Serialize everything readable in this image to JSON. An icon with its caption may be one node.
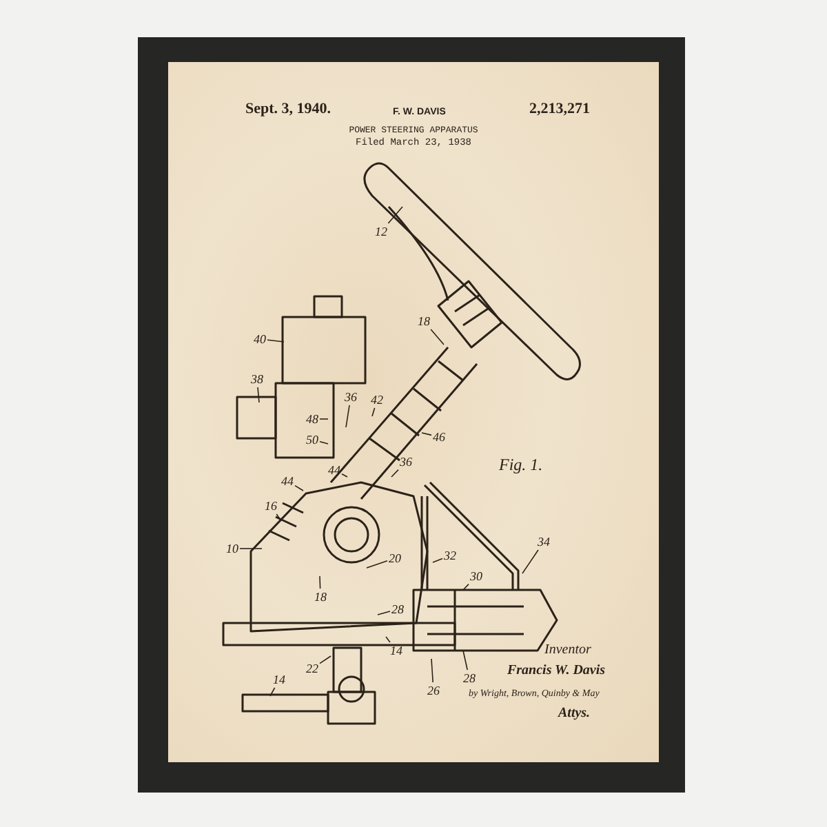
{
  "diagram": {
    "title": "POWER STEERING APPARATUS",
    "nodes": [
      {
        "text": [
          "12"
        ]
      },
      {
        "text": [
          "18"
        ]
      },
      {
        "text": [
          "40"
        ]
      },
      {
        "text": [
          "38"
        ]
      },
      {
        "text": [
          "36"
        ]
      },
      {
        "text": [
          "42"
        ]
      },
      {
        "text": [
          "48"
        ]
      },
      {
        "text": [
          "50"
        ]
      },
      {
        "text": [
          "46"
        ]
      },
      {
        "text": [
          "44"
        ]
      },
      {
        "text": [
          "36"
        ]
      },
      {
        "text": [
          "44"
        ]
      },
      {
        "text": [
          "16"
        ]
      },
      {
        "text": [
          "10"
        ]
      },
      {
        "text": [
          "18"
        ]
      },
      {
        "text": [
          "20"
        ]
      },
      {
        "text": [
          "28"
        ]
      },
      {
        "text": [
          "32"
        ]
      },
      {
        "text": [
          "30"
        ]
      },
      {
        "text": [
          "34"
        ]
      },
      {
        "text": [
          "14"
        ]
      },
      {
        "text": [
          "14"
        ]
      },
      {
        "text": [
          "22"
        ]
      },
      {
        "text": [
          "26"
        ]
      },
      {
        "text": [
          "28"
        ]
      }
    ],
    "edges": [
      {
        "from": 0,
        "to": null,
        "arrow": "none"
      },
      {
        "from": 1,
        "to": null,
        "arrow": "none"
      },
      {
        "from": 2,
        "to": null,
        "arrow": "none"
      },
      {
        "from": 3,
        "to": null,
        "arrow": "none"
      },
      {
        "from": 4,
        "to": null,
        "arrow": "none"
      },
      {
        "from": 5,
        "to": null,
        "arrow": "none"
      },
      {
        "from": 6,
        "to": null,
        "arrow": "none"
      },
      {
        "from": 7,
        "to": null,
        "arrow": "none"
      },
      {
        "from": 8,
        "to": null,
        "arrow": "none"
      },
      {
        "from": 9,
        "to": null,
        "arrow": "none"
      },
      {
        "from": 10,
        "to": null,
        "arrow": "none"
      },
      {
        "from": 11,
        "to": null,
        "arrow": "none"
      },
      {
        "from": 12,
        "to": null,
        "arrow": "none"
      },
      {
        "from": 13,
        "to": null,
        "arrow": "none"
      },
      {
        "from": 14,
        "to": null,
        "arrow": "none"
      },
      {
        "from": 15,
        "to": null,
        "arrow": "none"
      },
      {
        "from": 16,
        "to": null,
        "arrow": "none"
      },
      {
        "from": 17,
        "to": null,
        "arrow": "none"
      },
      {
        "from": 18,
        "to": null,
        "arrow": "none"
      },
      {
        "from": 19,
        "to": null,
        "arrow": "none"
      },
      {
        "from": 20,
        "to": null,
        "arrow": "none"
      },
      {
        "from": 21,
        "to": null,
        "arrow": "none"
      },
      {
        "from": 22,
        "to": null,
        "arrow": "none"
      },
      {
        "from": 23,
        "to": null,
        "arrow": "none"
      },
      {
        "from": 24,
        "to": null,
        "arrow": "none"
      }
    ],
    "labels": [
      "Sept. 3, 1940.",
      "F. W. DAVIS",
      "2,213,271",
      "Filed March 23, 1938",
      "Fig. 1.",
      "Inventor",
      "Francis W. Davis",
      "by Wright, Brown, Quinby & May",
      "Attys."
    ]
  }
}
